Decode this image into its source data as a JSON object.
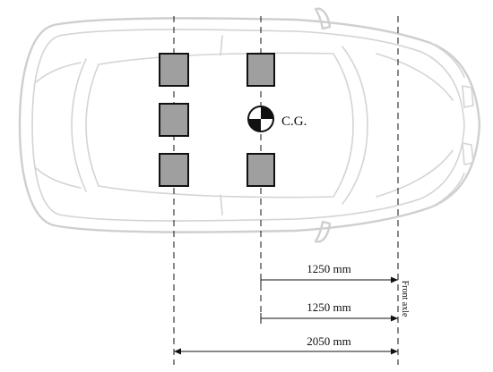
{
  "cg": {
    "label": "C.G."
  },
  "axle": {
    "label": "Front axle"
  },
  "dimensions": [
    {
      "label": "1250 mm",
      "value_mm": 1250,
      "from_line": "cg",
      "to_line": "front_axle"
    },
    {
      "label": "1250 mm",
      "value_mm": 1250,
      "from_line": "cg",
      "to_line": "front_axle"
    },
    {
      "label": "2050 mm",
      "value_mm": 2050,
      "from_line": "rear_seats",
      "to_line": "front_axle"
    }
  ],
  "colors": {
    "car_outline": "#cfcfcf",
    "seat_fill": "#9f9f9f",
    "ink": "#111111"
  }
}
